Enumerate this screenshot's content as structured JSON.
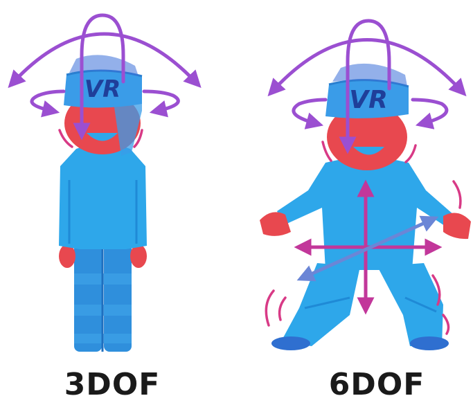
{
  "panels": [
    {
      "id": "3dof",
      "caption": "3DOF",
      "headset_label": "VR",
      "rotation_arrows": true,
      "translation_arrows": false
    },
    {
      "id": "6dof",
      "caption": "6DOF",
      "headset_label": "VR",
      "rotation_arrows": true,
      "translation_arrows": true
    }
  ],
  "colors": {
    "arrow_purple": "#9b4fd1",
    "translation_magenta": "#c2379a",
    "body_blue": "#2ea7ea",
    "pants_blue": "#2f8fdc",
    "headset_blue": "#3a9ce8",
    "skin_red": "#e8484f",
    "motion_mark": "#d83a86",
    "text": "#1a1a1a"
  }
}
